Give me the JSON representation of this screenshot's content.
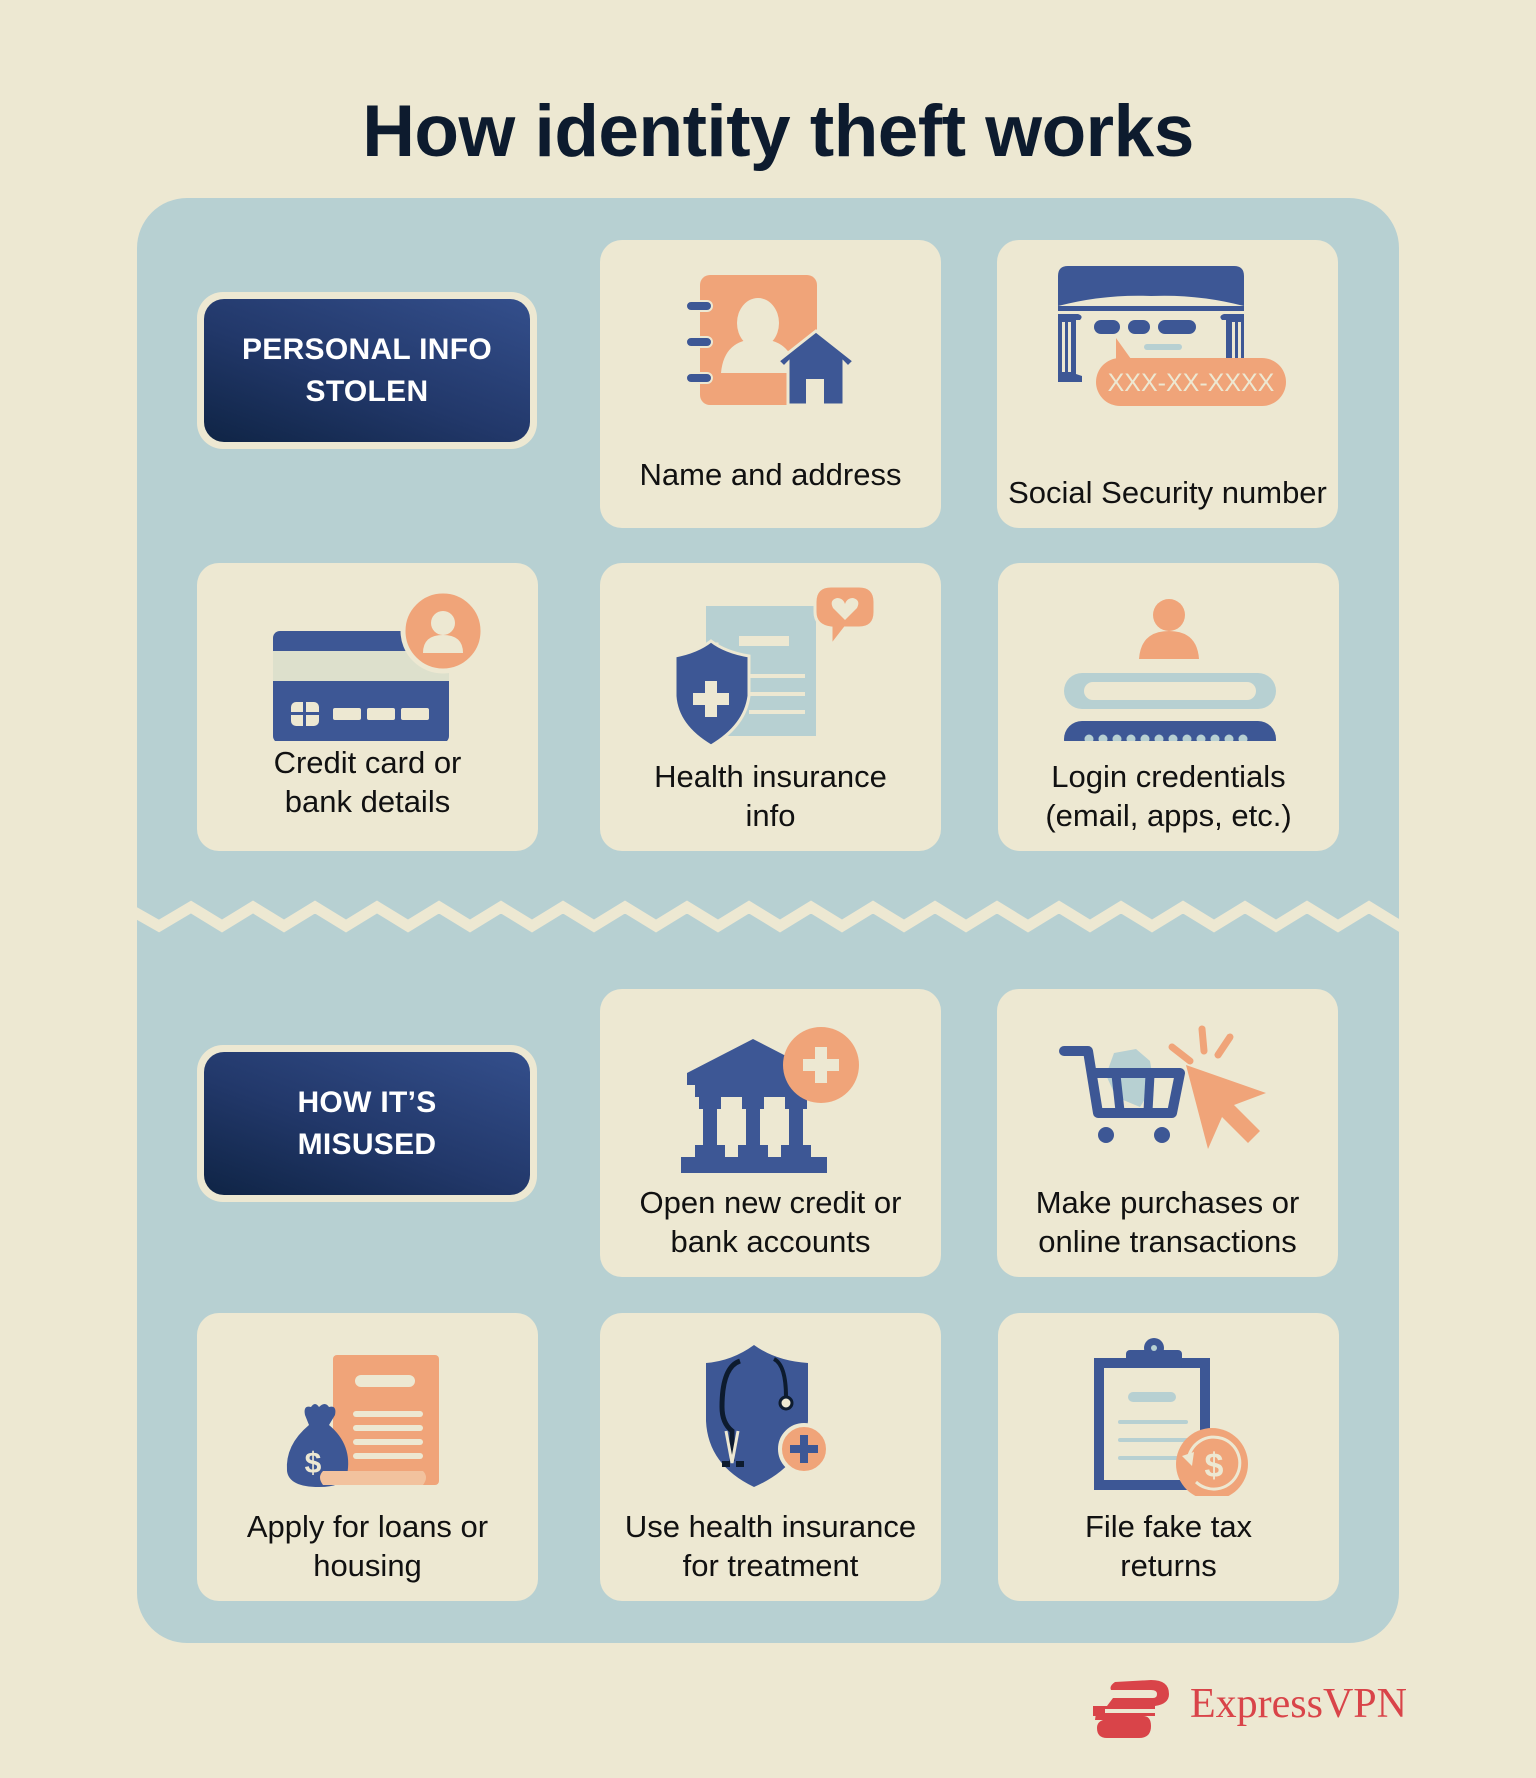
{
  "title": "How identity theft works",
  "colors": {
    "background": "#ede8d2",
    "panel": "#b7d0d2",
    "card": "#ede8d2",
    "blue": "#3d5795",
    "orange": "#f0a479",
    "light_blue": "#b7d0d2",
    "navy_text": "#0d1b2e",
    "brand_red": "#d94449"
  },
  "sections": [
    {
      "tag": "PERSONAL INFO\nSTOLEN",
      "items": [
        {
          "icon": "address-book-house-icon",
          "label": "Name and address"
        },
        {
          "icon": "social-security-card-icon",
          "label": "Social Security number",
          "badge": "XXX-XX-XXXX"
        },
        {
          "icon": "credit-card-user-icon",
          "label": "Credit card or bank details"
        },
        {
          "icon": "health-insurance-shield-icon",
          "label": "Health insurance info"
        },
        {
          "icon": "login-credentials-icon",
          "label": "Login credentials (email, apps, etc.)"
        }
      ]
    },
    {
      "tag": "HOW IT’S\nMISUSED",
      "items": [
        {
          "icon": "bank-plus-icon",
          "label": "Open new credit or bank accounts"
        },
        {
          "icon": "shopping-cart-cursor-icon",
          "label": "Make purchases or online transactions"
        },
        {
          "icon": "loan-document-money-bag-icon",
          "label": "Apply for loans or housing"
        },
        {
          "icon": "stethoscope-shield-plus-icon",
          "label": "Use health insurance for treatment"
        },
        {
          "icon": "clipboard-tax-refund-icon",
          "label": "File fake tax returns"
        }
      ]
    }
  ],
  "brand": {
    "name": "ExpressVPN",
    "icon": "expressvpn-logo-icon"
  }
}
